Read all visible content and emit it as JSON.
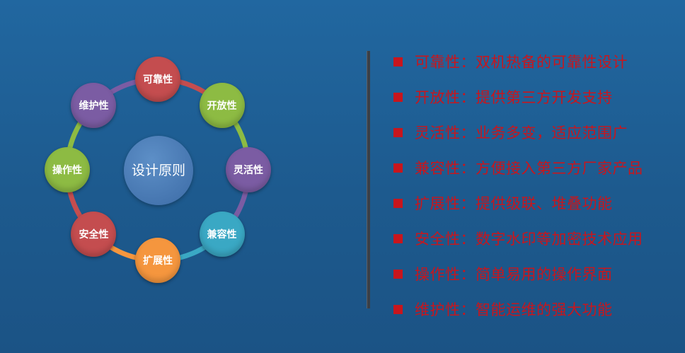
{
  "diagram": {
    "center_label": "设计原则",
    "nodes": [
      {
        "label": "可靠性",
        "color": "#c44d4f"
      },
      {
        "label": "开放性",
        "color": "#8dbb43"
      },
      {
        "label": "灵活性",
        "color": "#7b5ca3"
      },
      {
        "label": "兼容性",
        "color": "#3aa8c4"
      },
      {
        "label": "扩展性",
        "color": "#f5963e"
      },
      {
        "label": "安全性",
        "color": "#c44d4f"
      },
      {
        "label": "操作性",
        "color": "#8dbb43"
      },
      {
        "label": "维护性",
        "color": "#7b5ca3"
      }
    ]
  },
  "features": [
    "可靠性：双机热备的可靠性设计",
    "开放性：提供第三方开发支持",
    "灵活性：业务多变，适应范围广",
    "兼容性：方便接入第三方厂家产品",
    "扩展性：提供级联、堆叠功能",
    "安全性：数字水印等加密技术应用",
    "操作性：简单易用的操作界面",
    "维护性：智能运维的强大功能"
  ],
  "colors": {
    "background": "#1f5a8f",
    "bullet": "#c8161d",
    "text": "#c8161d"
  }
}
